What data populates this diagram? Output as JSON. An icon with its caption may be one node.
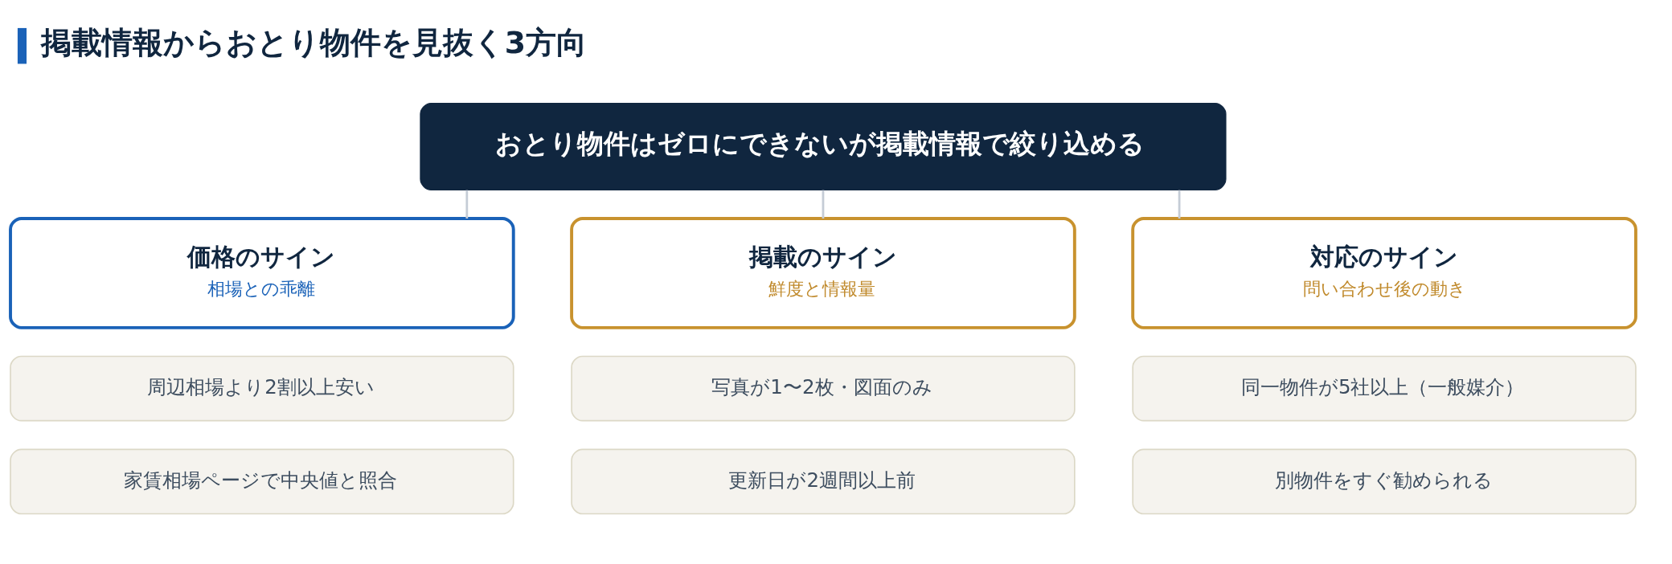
{
  "diagram": {
    "title": "掲載情報からおとり物件を見抜く3方向",
    "nodes": [
      {
        "text": [
          "おとり物件はゼロにできないが掲載情報で絞り込める"
        ]
      },
      {
        "text": [
          "価格のサイン",
          "相場との乖離"
        ]
      },
      {
        "text": [
          "周辺相場より2割以上安い"
        ]
      },
      {
        "text": [
          "家賃相場ページで中央値と照合"
        ]
      },
      {
        "text": [
          "掲載のサイン",
          "鮮度と情報量"
        ]
      },
      {
        "text": [
          "写真が1〜2枚・図面のみ"
        ]
      },
      {
        "text": [
          "更新日が2週間以上前"
        ]
      },
      {
        "text": [
          "対応のサイン",
          "問い合わせ後の動き"
        ]
      },
      {
        "text": [
          "同一物件が5社以上（一般媒介）"
        ]
      },
      {
        "text": [
          "別物件をすぐ勧められる"
        ]
      }
    ],
    "edges": [
      {
        "from": 0,
        "to": 1,
        "arrow": "none"
      },
      {
        "from": 0,
        "to": 4,
        "arrow": "none"
      },
      {
        "from": 0,
        "to": 7,
        "arrow": "none"
      }
    ]
  }
}
